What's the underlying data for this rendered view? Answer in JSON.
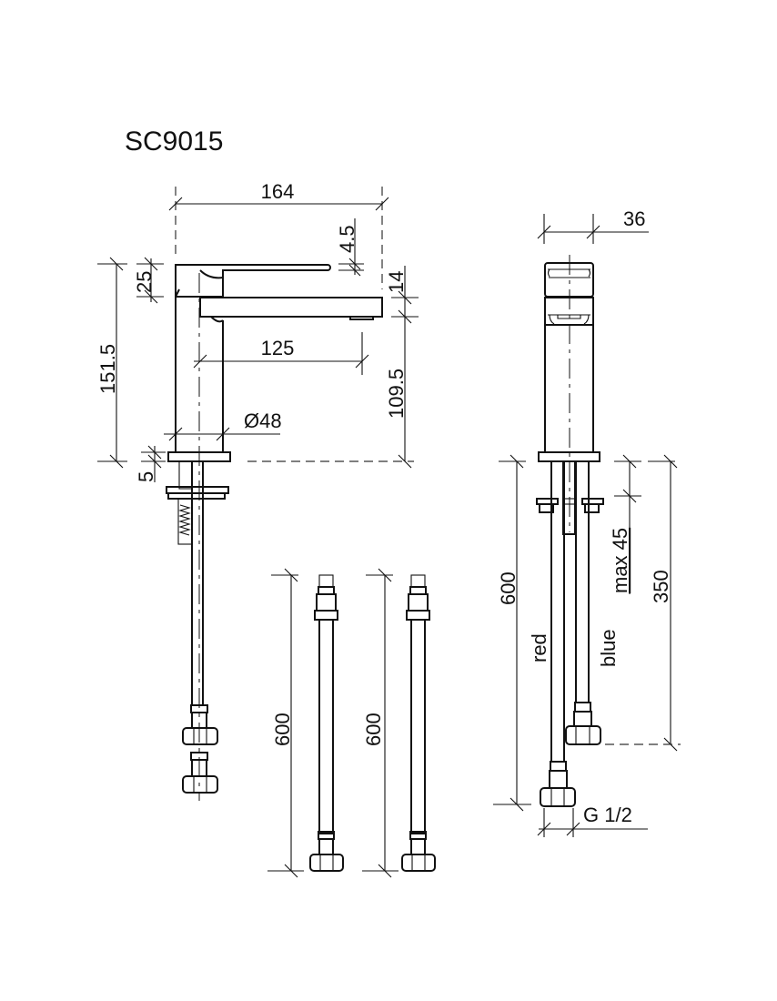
{
  "title": "SC9015",
  "side_view": {
    "dim_width": "164",
    "dim_lever_gap": "4.5",
    "dim_lever_height": "25",
    "dim_spout_height": "14",
    "dim_total_height": "151.5",
    "dim_outlet_height": "109.5",
    "dim_reach": "125",
    "dim_diameter": "Ø48",
    "dim_base": "5"
  },
  "hoses": {
    "hose_1_length": "600",
    "hose_2_length": "600"
  },
  "front_view": {
    "dim_width": "36",
    "dim_hose_length": "600",
    "label_red": "red",
    "label_blue": "blue",
    "dim_max_deck": "max 45",
    "dim_rod_length": "350",
    "dim_thread": "G 1/2"
  }
}
